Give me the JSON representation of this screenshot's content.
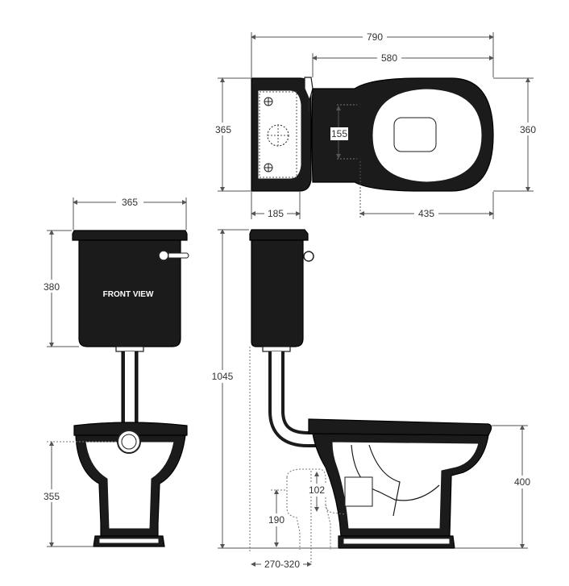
{
  "labels": {
    "front_view": "FRONT VIEW"
  },
  "dimensions": {
    "plan_overall_width": "790",
    "plan_pan_width": "580",
    "plan_depth_left": "365",
    "plan_depth_right": "360",
    "plan_fixing_spacing": "155",
    "plan_cistern_depth": "185",
    "plan_pan_projection": "435",
    "front_cistern_width": "365",
    "front_cistern_height": "380",
    "front_pan_height": "355",
    "side_overall_height": "1045",
    "side_pan_height": "400",
    "side_outlet_offset": "102",
    "side_outlet_height": "190",
    "side_setout": "270-320"
  }
}
